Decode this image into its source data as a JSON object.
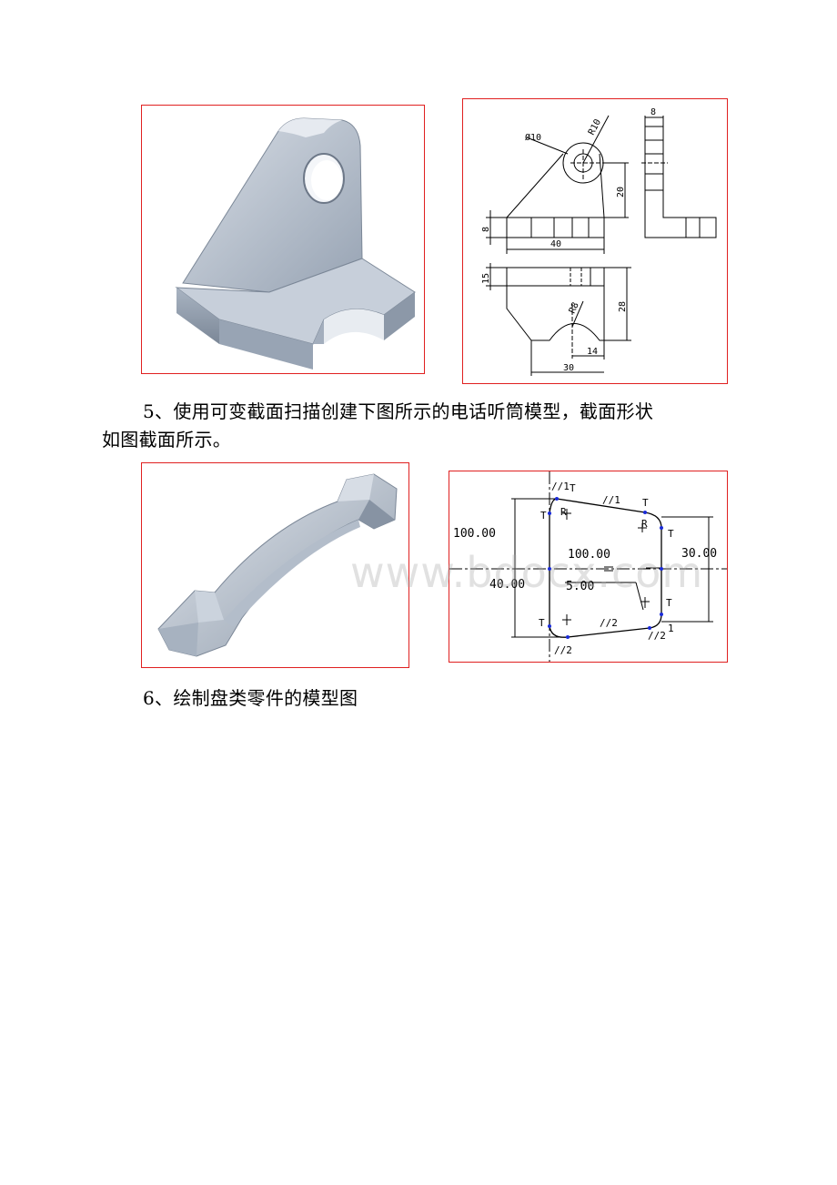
{
  "paragraphs": {
    "p5_line1": "5、使用可变截面扫描创建下图所示的电话听筒模型，截面形状",
    "p5_line2": "如图截面所示。",
    "p6": "6、绘制盘类零件的模型图"
  },
  "drawing1": {
    "dims": {
      "hole_dia": "Ø10",
      "radius": "R10",
      "width_top": "8",
      "height_20": "20",
      "thick_8": "8",
      "length_40": "40",
      "depth_15": "15",
      "depth_28": "28",
      "radius_8": "R8",
      "dist_14": "14",
      "width_30": "30"
    }
  },
  "section": {
    "dims": {
      "d100_left": "100.00",
      "d100_mid": "100.00",
      "d30": "30.00",
      "d40": "40.00",
      "d5": "5.00"
    },
    "constraints": {
      "tl_parallel": "//1",
      "tl_t": "T",
      "top_parallel": "//1",
      "tr_t": "T",
      "left_t": "T",
      "r1": "R",
      "r2": "R",
      "right_t": "T",
      "br_t": "T",
      "bl_t": "T",
      "bottom_parallel": "//2",
      "bl_parallel": "//2",
      "br_parallel": "//2",
      "br_one": "1"
    }
  },
  "watermark": "www.bdocx.com",
  "colors": {
    "frame_border": "#e02020",
    "model_face": "#b9c3d0",
    "constraint_blue": "#1a2bd8"
  }
}
